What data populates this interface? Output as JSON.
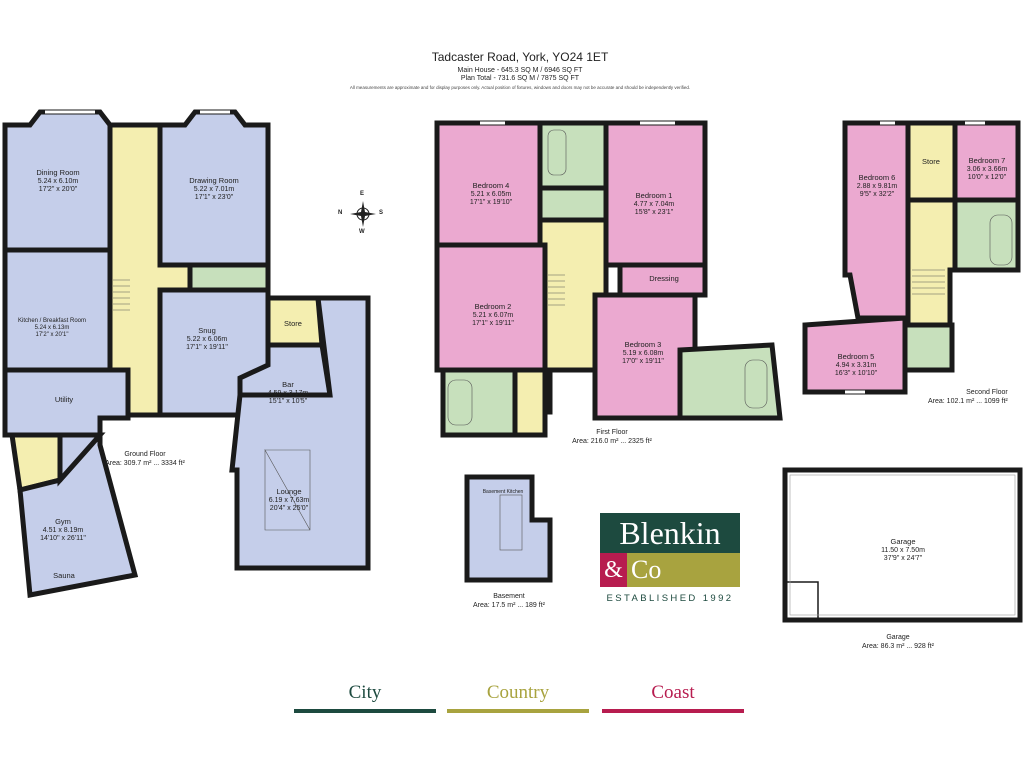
{
  "header": {
    "address": "Tadcaster Road, York, YO24 1ET",
    "main_house": "Main House - 645.3 SQ M / 6946 SQ FT",
    "plan_total": "Plan Total - 731.6 SQ M / 7875 SQ FT",
    "disclaimer": "All measurements are approximate and for display purposes only. Actual position of fixtures, windows and doors may not be accurate and should be independently verified."
  },
  "colors": {
    "ground": "#c5ceea",
    "hall": "#f4eeb0",
    "bedroom": "#eba9d0",
    "bathroom": "#c7e0bc",
    "wall": "#1a1a1a"
  },
  "compass": {
    "e": "E",
    "n": "N",
    "s": "S",
    "w": "W"
  },
  "rooms": {
    "dining": {
      "name": "Dining Room",
      "metric": "5.24 x 6.10m",
      "imperial": "17'2\" x 20'0\""
    },
    "drawing": {
      "name": "Drawing Room",
      "metric": "5.22 x 7.01m",
      "imperial": "17'1\" x 23'0\""
    },
    "kitchen": {
      "name": "Kitchen / Breakfast Room",
      "metric": "5.24 x 6.13m",
      "imperial": "17'2\" x 20'1\""
    },
    "snug": {
      "name": "Snug",
      "metric": "5.22 x 6.06m",
      "imperial": "17'1\" x 19'11\""
    },
    "store_ground": {
      "name": "Store"
    },
    "bar": {
      "name": "Bar",
      "metric": "4.59 x 3.17m",
      "imperial": "15'1\" x 10'5\""
    },
    "utility": {
      "name": "Utility"
    },
    "lounge": {
      "name": "Lounge",
      "metric": "6.19 x 7.63m",
      "imperial": "20'4\" x 25'0\""
    },
    "gym": {
      "name": "Gym",
      "metric": "4.51 x 8.19m",
      "imperial": "14'10\" x 26'11\""
    },
    "sauna": {
      "name": "Sauna"
    },
    "bedroom4": {
      "name": "Bedroom 4",
      "metric": "5.21 x 6.05m",
      "imperial": "17'1\" x 19'10\""
    },
    "bedroom1": {
      "name": "Bedroom 1",
      "metric": "4.77 x 7.04m",
      "imperial": "15'8\" x 23'1\""
    },
    "bedroom2": {
      "name": "Bedroom 2",
      "metric": "5.21 x 6.07m",
      "imperial": "17'1\" x 19'11\""
    },
    "dressing": {
      "name": "Dressing"
    },
    "bedroom3": {
      "name": "Bedroom 3",
      "metric": "5.19 x 6.08m",
      "imperial": "17'0\" x 19'11\""
    },
    "bedroom6": {
      "name": "Bedroom 6",
      "metric": "2.88 x 9.81m",
      "imperial": "9'5\" x 32'2\""
    },
    "store_second": {
      "name": "Store"
    },
    "bedroom7": {
      "name": "Bedroom 7",
      "metric": "3.06 x 3.66m",
      "imperial": "10'0\" x 12'0\""
    },
    "bedroom5": {
      "name": "Bedroom 5",
      "metric": "4.94 x 3.31m",
      "imperial": "16'3\" x 10'10\""
    },
    "basement_kitchen": {
      "name": "Basement Kitchen"
    },
    "garage": {
      "name": "Garage",
      "metric": "11.50 x 7.50m",
      "imperial": "37'9\" x 24'7\""
    }
  },
  "floors": {
    "ground": {
      "name": "Ground Floor",
      "area": "Area: 309.7 m² ... 3334 ft²"
    },
    "first": {
      "name": "First Floor",
      "area": "Area: 216.0 m² ... 2325 ft²"
    },
    "second": {
      "name": "Second Floor",
      "area": "Area: 102.1 m² ... 1099 ft²"
    },
    "basement": {
      "name": "Basement",
      "area": "Area: 17.5 m² ... 189 ft²"
    },
    "garage": {
      "name": "Garage",
      "area": "Area: 86.3 m² ... 928 ft²"
    }
  },
  "logo": {
    "name": "Blenkin",
    "amp": "&",
    "co": "Co",
    "established": "ESTABLISHED 1992"
  },
  "taglines": [
    {
      "text": "City",
      "color": "#1d4a3f"
    },
    {
      "text": "Country",
      "color": "#a8a33f"
    },
    {
      "text": "Coast",
      "color": "#b71c4f"
    }
  ]
}
